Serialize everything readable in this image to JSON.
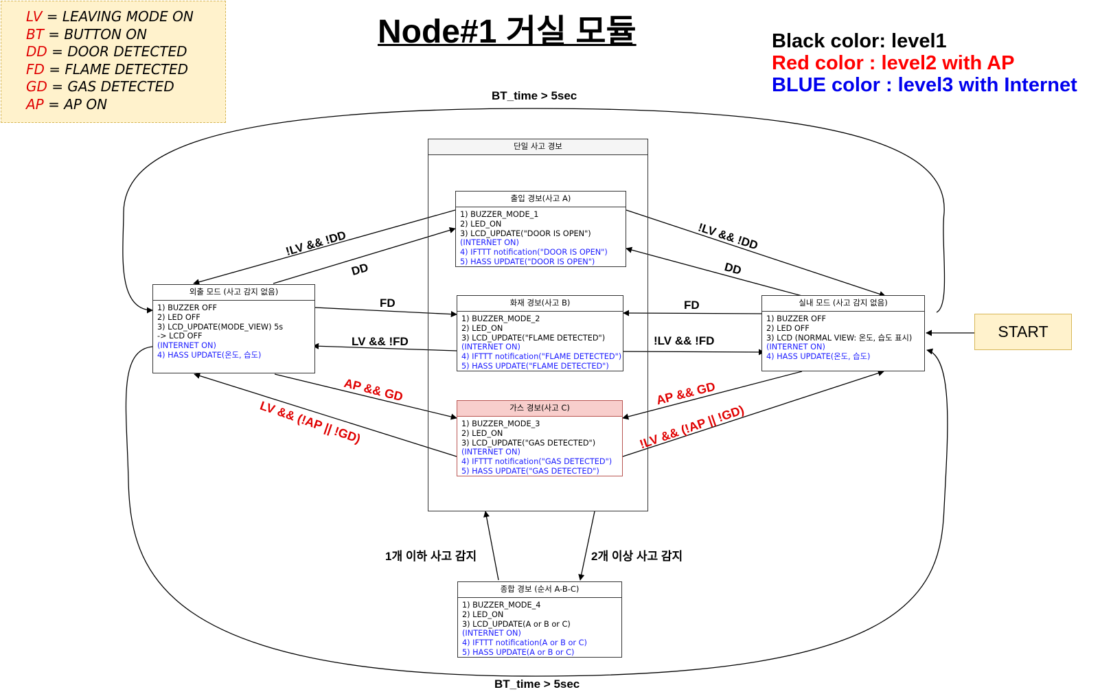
{
  "legend": [
    {
      "abbr": "LV",
      "text": " = LEAVING MODE ON"
    },
    {
      "abbr": "BT",
      "text": " = BUTTON ON"
    },
    {
      "abbr": "DD",
      "text": " = DOOR DETECTED"
    },
    {
      "abbr": "FD",
      "text": " = FLAME DETECTED"
    },
    {
      "abbr": "GD",
      "text": " = GAS DETECTED"
    },
    {
      "abbr": "AP",
      "text": " = AP ON"
    }
  ],
  "title": "Node#1 거실 모듈",
  "levels": {
    "black": "Black color: level1",
    "red": "Red color : level2 with AP",
    "blue": "BLUE color : level3 with Internet"
  },
  "colors": {
    "level1": "#000000",
    "level2": "#ff0000",
    "level3": "#0000ee",
    "gas_header": "#f8cecc",
    "start_fill": "#fff2cc"
  },
  "container": {
    "title": "단일 사고 경보"
  },
  "states": {
    "away": {
      "title": "외출 모드 (사고 감지 없음)",
      "lines": [
        {
          "text": "1) BUZZER OFF",
          "level": 1
        },
        {
          "text": "2) LED OFF",
          "level": 1
        },
        {
          "text": "3) LCD_UPDATE(MODE_VIEW) 5s",
          "level": 1
        },
        {
          "text": "-> LCD OFF",
          "level": 1
        },
        {
          "text": "(INTERNET ON)",
          "level": 3
        },
        {
          "text": "4) HASS UPDATE(온도, 습도)",
          "level": 3
        }
      ]
    },
    "home": {
      "title": "실내 모드 (사고 감지 없음)",
      "lines": [
        {
          "text": "1) BUZZER OFF",
          "level": 1
        },
        {
          "text": "2) LED OFF",
          "level": 1
        },
        {
          "text": "3) LCD (NORMAL VIEW: 온도, 습도 표시)",
          "level": 1
        },
        {
          "text": "(INTERNET ON)",
          "level": 3
        },
        {
          "text": "4) HASS UPDATE(온도, 습도)",
          "level": 3
        }
      ]
    },
    "door": {
      "title": "출입 경보(사고 A)",
      "lines": [
        {
          "text": "1) BUZZER_MODE_1",
          "level": 1
        },
        {
          "text": "2) LED_ON",
          "level": 1
        },
        {
          "text": "3) LCD_UPDATE(\"DOOR IS OPEN\")",
          "level": 1
        },
        {
          "text": "(INTERNET ON)",
          "level": 3
        },
        {
          "text": "4) IFTTT notification(\"DOOR IS OPEN\")",
          "level": 3
        },
        {
          "text": "5) HASS UPDATE(\"DOOR IS OPEN\")",
          "level": 3
        }
      ]
    },
    "fire": {
      "title": "화재 경보(사고 B)",
      "lines": [
        {
          "text": "1) BUZZER_MODE_2",
          "level": 1
        },
        {
          "text": "2) LED_ON",
          "level": 1
        },
        {
          "text": "3) LCD_UPDATE(\"FLAME DETECTED\")",
          "level": 1
        },
        {
          "text": "(INTERNET ON)",
          "level": 3
        },
        {
          "text": "4) IFTTT notification(\"FLAME DETECTED\")",
          "level": 3
        },
        {
          "text": "5) HASS UPDATE(\"FLAME DETECTED\")",
          "level": 3
        }
      ]
    },
    "gas": {
      "title": "가스 경보(사고 C)",
      "lines": [
        {
          "text": "1) BUZZER_MODE_3",
          "level": 1
        },
        {
          "text": "2) LED_ON",
          "level": 1
        },
        {
          "text": "3) LCD_UPDATE(\"GAS DETECTED\")",
          "level": 1
        },
        {
          "text": "(INTERNET ON)",
          "level": 3
        },
        {
          "text": "4) IFTTT notification(\"GAS DETECTED\")",
          "level": 3
        },
        {
          "text": "5) HASS UPDATE(\"GAS DETECTED\")",
          "level": 3
        }
      ]
    },
    "combined": {
      "title": "종합 경보 (순서 A-B-C)",
      "lines": [
        {
          "text": "1) BUZZER_MODE_4",
          "level": 1
        },
        {
          "text": "2) LED_ON",
          "level": 1
        },
        {
          "text": "3) LCD_UPDATE(A or B or C)",
          "level": 1
        },
        {
          "text": "(INTERNET ON)",
          "level": 3
        },
        {
          "text": "4) IFTTT notification(A or B or C)",
          "level": 3
        },
        {
          "text": "5) HASS UPDATE(A or B or C)",
          "level": 3
        }
      ]
    }
  },
  "start": "START",
  "edge_labels": {
    "bt_top": "BT_time > 5sec",
    "bt_bottom": "BT_time > 5sec",
    "away_door": "!LV && !DD",
    "door_away": "DD",
    "door_home": "!LV && !DD",
    "home_door": "DD",
    "away_fire": "FD",
    "fire_away": "LV && !FD",
    "home_fire": "FD",
    "fire_home": "!LV && !FD",
    "away_gas": "AP && GD",
    "gas_away": "LV && (!AP || !GD)",
    "home_gas": "AP && GD",
    "gas_home": "!LV && (!AP || !GD)",
    "to_container": "1개 이하 사고 감지",
    "to_combined": "2개 이상 사고 감지"
  }
}
